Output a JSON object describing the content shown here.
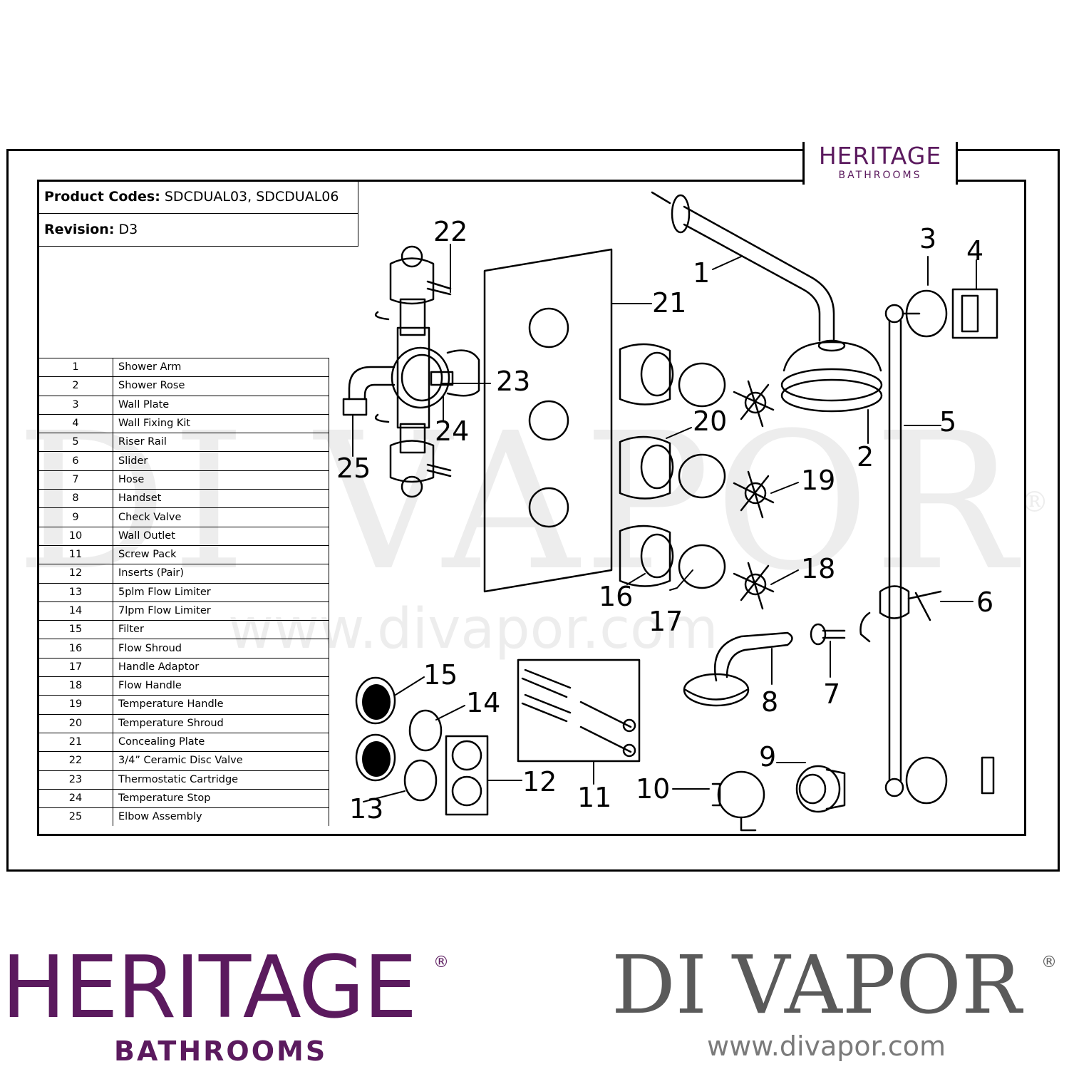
{
  "brand_tab": {
    "name": "HERITAGE",
    "sub": "BATHROOMS"
  },
  "info": {
    "product_codes_label": "Product Codes:",
    "product_codes_value": "SDCDUAL03, SDCDUAL06",
    "revision_label": "Revision:",
    "revision_value": "D3"
  },
  "parts": [
    {
      "num": "1",
      "name": "Shower Arm"
    },
    {
      "num": "2",
      "name": "Shower Rose"
    },
    {
      "num": "3",
      "name": "Wall Plate"
    },
    {
      "num": "4",
      "name": "Wall Fixing Kit"
    },
    {
      "num": "5",
      "name": "Riser Rail"
    },
    {
      "num": "6",
      "name": "Slider"
    },
    {
      "num": "7",
      "name": "Hose"
    },
    {
      "num": "8",
      "name": "Handset"
    },
    {
      "num": "9",
      "name": "Check Valve"
    },
    {
      "num": "10",
      "name": "Wall Outlet"
    },
    {
      "num": "11",
      "name": "Screw Pack"
    },
    {
      "num": "12",
      "name": "Inserts (Pair)"
    },
    {
      "num": "13",
      "name": "5plm Flow Limiter"
    },
    {
      "num": "14",
      "name": "7lpm Flow Limiter"
    },
    {
      "num": "15",
      "name": "Filter"
    },
    {
      "num": "16",
      "name": "Flow Shroud"
    },
    {
      "num": "17",
      "name": "Handle Adaptor"
    },
    {
      "num": "18",
      "name": "Flow Handle"
    },
    {
      "num": "19",
      "name": "Temperature Handle"
    },
    {
      "num": "20",
      "name": "Temperature Shroud"
    },
    {
      "num": "21",
      "name": "Concealing Plate"
    },
    {
      "num": "22",
      "name": "3/4” Ceramic Disc Valve"
    },
    {
      "num": "23",
      "name": "Thermostatic Cartridge"
    },
    {
      "num": "24",
      "name": "Temperature Stop"
    },
    {
      "num": "25",
      "name": "Elbow Assembly"
    }
  ],
  "callouts": {
    "c1": "1",
    "c2": "2",
    "c3": "3",
    "c4": "4",
    "c5": "5",
    "c6": "6",
    "c7": "7",
    "c8": "8",
    "c9": "9",
    "c10": "10",
    "c11": "11",
    "c12": "12",
    "c13": "13",
    "c14": "14",
    "c15": "15",
    "c16": "16",
    "c17": "17",
    "c18": "18",
    "c19": "19",
    "c20": "20",
    "c21": "21",
    "c22": "22",
    "c23": "23",
    "c24": "24",
    "c25": "25"
  },
  "watermark": {
    "name": "DI VAPOR",
    "reg": "®",
    "url": "www.divapor.com"
  },
  "footer": {
    "heritage": "HERITAGE",
    "heritage_sub": "BATHROOMS",
    "reg": "®",
    "divapor": "DI VAPOR",
    "divapor_url": "www.divapor.com"
  },
  "colors": {
    "heritage_purple": "#5b1a5e",
    "divapor_grey": "#5a5a5a"
  }
}
